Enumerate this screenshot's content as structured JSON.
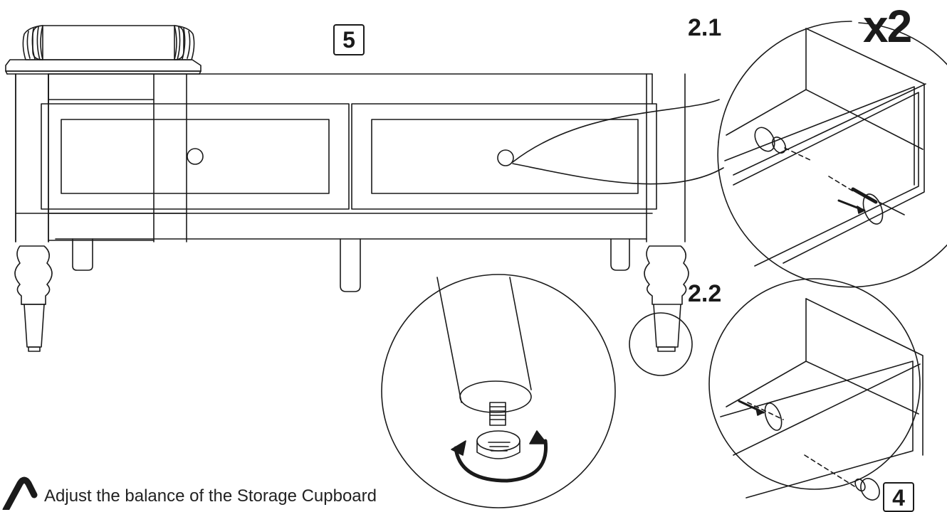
{
  "labels": {
    "step_top": "5",
    "step_bottom": "4",
    "detail_1": "2.1",
    "detail_2": "2.2",
    "multiplier": "x2"
  },
  "caption": "Adjust the balance of the Storage Cupboard",
  "icons": [
    "warning-icon",
    "rotate-arrow-icon",
    "screw-icon",
    "knob-icon",
    "screwdriver-icon"
  ],
  "colors": {
    "line": "#1a1a1a",
    "background": "#ffffff"
  }
}
